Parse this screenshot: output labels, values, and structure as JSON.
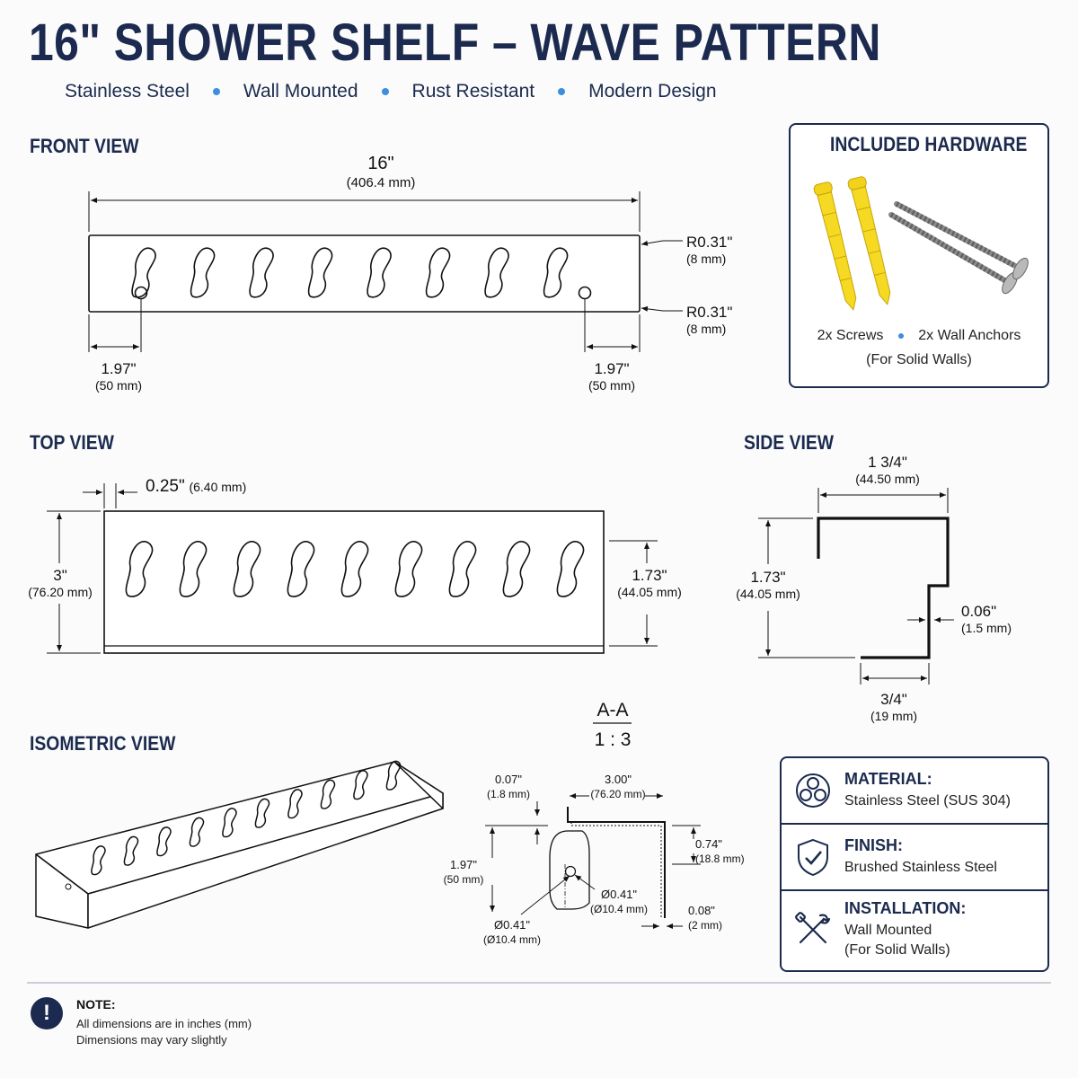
{
  "title": "16\" SHOWER SHELF – WAVE PATTERN",
  "features": [
    "Stainless Steel",
    "Wall Mounted",
    "Rust Resistant",
    "Modern Design"
  ],
  "colors": {
    "navy": "#1b2a4e",
    "accent": "#3b8ee0",
    "anchor_yellow": "#f2d21b"
  },
  "front_view": {
    "heading": "FRONT VIEW",
    "width": "16\"",
    "width_mm": "(406.4 mm)",
    "radius_top": "R0.31\"",
    "radius_top_mm": "(8 mm)",
    "radius_bottom": "R0.31\"",
    "radius_bottom_mm": "(8 mm)",
    "left_offset": "1.97\"",
    "left_offset_mm": "(50 mm)",
    "right_offset": "1.97\"",
    "right_offset_mm": "(50 mm)"
  },
  "hardware": {
    "heading": "INCLUDED HARDWARE",
    "screws": "2x Screws",
    "anchors": "2x Wall Anchors",
    "note": "(For Solid Walls)"
  },
  "top_view": {
    "heading": "TOP VIEW",
    "thickness": "0.25\"",
    "thickness_mm": "(6.40 mm)",
    "depth": "3\"",
    "depth_mm": "(76.20 mm)",
    "height": "1.73\"",
    "height_mm": "(44.05 mm)"
  },
  "side_view": {
    "heading": "SIDE VIEW",
    "top_width": "1 3/4\"",
    "top_width_mm": "(44.50 mm)",
    "height": "1.73\"",
    "height_mm": "(44.05 mm)",
    "thickness": "0.06\"",
    "thickness_mm": "(1.5 mm)",
    "bottom_width": "3/4\"",
    "bottom_width_mm": "(19 mm)"
  },
  "isometric_view": {
    "heading": "ISOMETRIC VIEW"
  },
  "section": {
    "label": "A-A",
    "scale": "1 : 3",
    "t1": "0.07\"",
    "t1_mm": "(1.8 mm)",
    "depth": "3.00\"",
    "depth_mm": "(76.20 mm)",
    "lip": "0.74\"",
    "lip_mm": "(18.8 mm)",
    "height": "1.97\"",
    "height_mm": "(50 mm)",
    "hole_a": "Ø0.41\"",
    "hole_a_mm": "(Ø10.4 mm)",
    "hole_b": "Ø0.41\"",
    "hole_b_mm": "(Ø10.4 mm)",
    "t2": "0.08\"",
    "t2_mm": "(2 mm)"
  },
  "specs": [
    {
      "icon": "material-icon",
      "head": "MATERIAL:",
      "lines": [
        "Stainless Steel (SUS 304)"
      ]
    },
    {
      "icon": "shield-check-icon",
      "head": "FINISH:",
      "lines": [
        "Brushed Stainless Steel"
      ]
    },
    {
      "icon": "tools-icon",
      "head": "INSTALLATION:",
      "lines": [
        "Wall Mounted",
        "(For Solid Walls)"
      ]
    }
  ],
  "note": {
    "head": "NOTE:",
    "line1": "All dimensions are in inches (mm)",
    "line2": "Dimensions may vary slightly"
  }
}
